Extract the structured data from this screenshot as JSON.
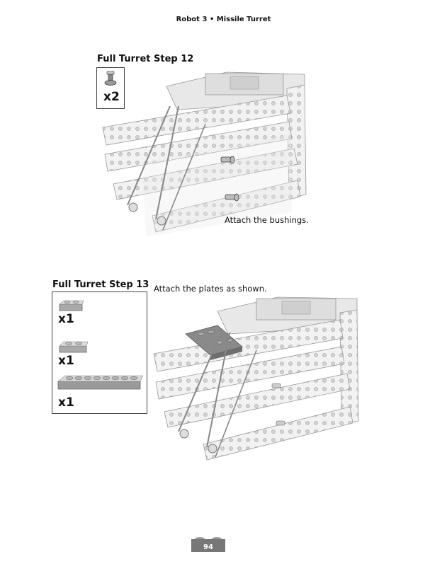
{
  "header": {
    "title": "Robot 3 • Missile Turret"
  },
  "step12": {
    "title": "Full Turret Step 12",
    "parts": [
      {
        "icon": "bushing-icon",
        "qty": "x2"
      }
    ],
    "caption": "Attach the bushings."
  },
  "step13": {
    "title": "Full Turret Step 13",
    "caption": "Attach the plates as shown.",
    "parts": [
      {
        "icon": "plate-1x2-icon",
        "qty": "x1"
      },
      {
        "icon": "plate-1x2-icon",
        "qty": "x1"
      },
      {
        "icon": "plate-1x8-icon",
        "qty": "x1"
      }
    ]
  },
  "footer": {
    "page_number": "94"
  }
}
